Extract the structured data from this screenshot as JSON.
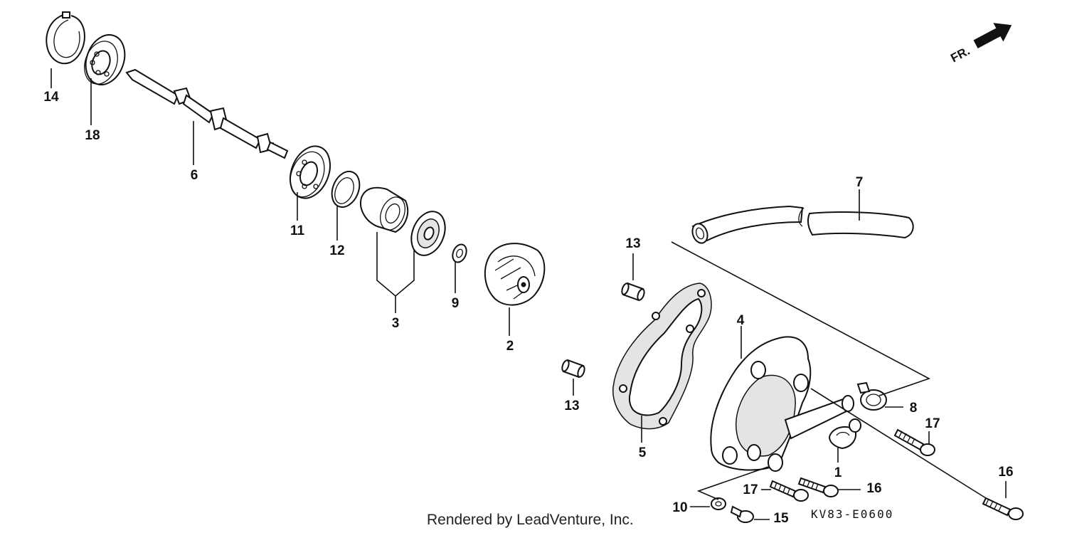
{
  "diagram": {
    "callouts": [
      {
        "id": "14",
        "text": "14"
      },
      {
        "id": "18",
        "text": "18"
      },
      {
        "id": "6",
        "text": "6"
      },
      {
        "id": "11",
        "text": "11"
      },
      {
        "id": "12",
        "text": "12"
      },
      {
        "id": "3",
        "text": "3"
      },
      {
        "id": "9",
        "text": "9"
      },
      {
        "id": "2",
        "text": "2"
      },
      {
        "id": "13a",
        "text": "13"
      },
      {
        "id": "13b",
        "text": "13"
      },
      {
        "id": "7",
        "text": "7"
      },
      {
        "id": "4",
        "text": "4"
      },
      {
        "id": "5",
        "text": "5"
      },
      {
        "id": "8",
        "text": "8"
      },
      {
        "id": "17a",
        "text": "17"
      },
      {
        "id": "1",
        "text": "1"
      },
      {
        "id": "16a",
        "text": "16"
      },
      {
        "id": "17b",
        "text": "17"
      },
      {
        "id": "16b",
        "text": "16"
      },
      {
        "id": "10",
        "text": "10"
      },
      {
        "id": "15",
        "text": "15"
      }
    ],
    "front_indicator": "FR.",
    "diagram_code": "KV83-E0600",
    "credit": "Rendered by LeadVenture, Inc."
  }
}
